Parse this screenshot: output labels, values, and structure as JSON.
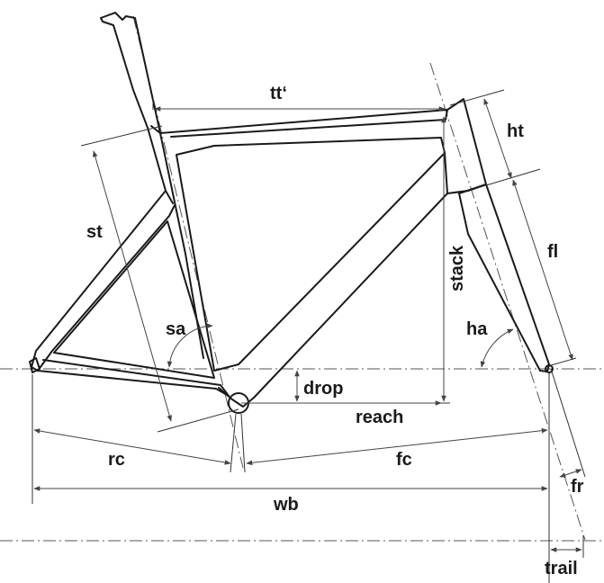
{
  "labels": {
    "tt": "tt‘",
    "ht": "ht",
    "st": "st",
    "stack": "stack",
    "fl": "fl",
    "sa": "sa",
    "ha": "ha",
    "drop": "drop",
    "reach": "reach",
    "rc": "rc",
    "fc": "fc",
    "fr": "fr",
    "wb": "wb",
    "trail": "trail"
  },
  "colors": {
    "line": "#1a1a1a",
    "background": "#ffffff"
  }
}
